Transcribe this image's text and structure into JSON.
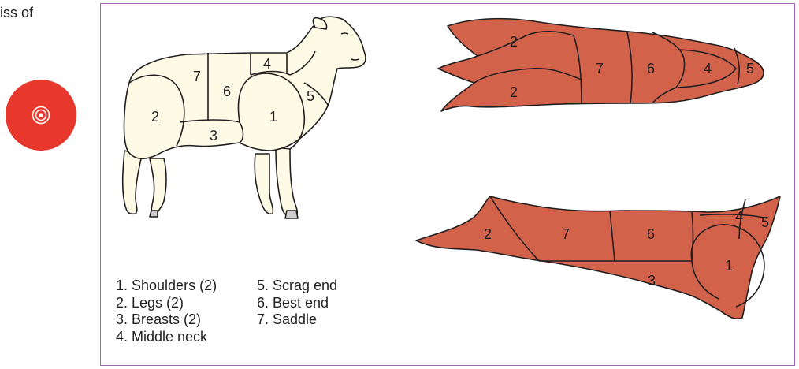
{
  "page": {
    "cut_text": "iss of"
  },
  "icons": {
    "disc": "disc-icon",
    "disc_color": "#e8372c"
  },
  "diagram": {
    "colors": {
      "frame": "#a466b8",
      "lamb_body": "#fdfbe6",
      "carcass": "#d2624a",
      "outline": "#231f20"
    },
    "lamb_numbers": [
      "7",
      "4",
      "6",
      "2",
      "5",
      "1",
      "3"
    ],
    "top_carcass_numbers": [
      "2",
      "2",
      "7",
      "6",
      "4",
      "5"
    ],
    "side_carcass_numbers": [
      "2",
      "7",
      "6",
      "4",
      "5",
      "1",
      "3"
    ]
  },
  "legend": {
    "column_1": [
      "1. Shoulders (2)",
      "2. Legs (2)",
      "3. Breasts (2)",
      "4. Middle neck"
    ],
    "column_2": [
      "5. Scrag end",
      "6. Best end",
      "7. Saddle"
    ]
  }
}
